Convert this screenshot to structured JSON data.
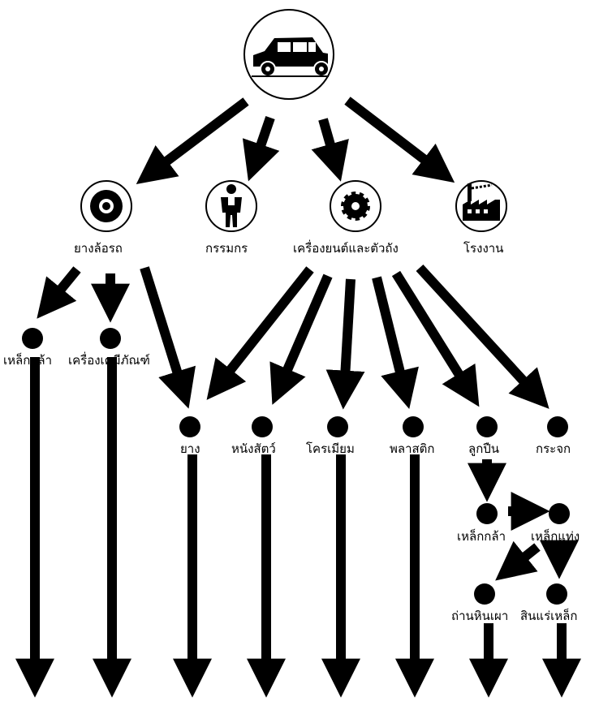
{
  "colors": {
    "ink": "#000000",
    "paper": "#ffffff",
    "gear_fill": "#000000"
  },
  "icons": {
    "root": "car-icon",
    "tire": "tire-icon",
    "worker": "worker-icon",
    "engine": "gear-icon",
    "factory": "factory-icon"
  },
  "nodes": {
    "tires": "ยางล้อรถ",
    "workers": "กรรมกร",
    "engine_body": "เครื่องยนต์และตัวถัง",
    "factory": "โรงงาน",
    "steel_1": "เหล็กกล้า",
    "chemicals": "เครื่องเคมีภัณฑ์",
    "rubber": "ยาง",
    "leather": "หนังสัตว์",
    "chromium": "โครเมียม",
    "plastic": "พลาสติก",
    "bearings": "ลูกปืน",
    "glass": "กระจก",
    "steel_2": "เหล็กกล้า",
    "iron_bar": "เหล็กแท่ง",
    "coke": "ถ่านหินเผา",
    "iron_ore": "สินแร่เหล็ก"
  }
}
